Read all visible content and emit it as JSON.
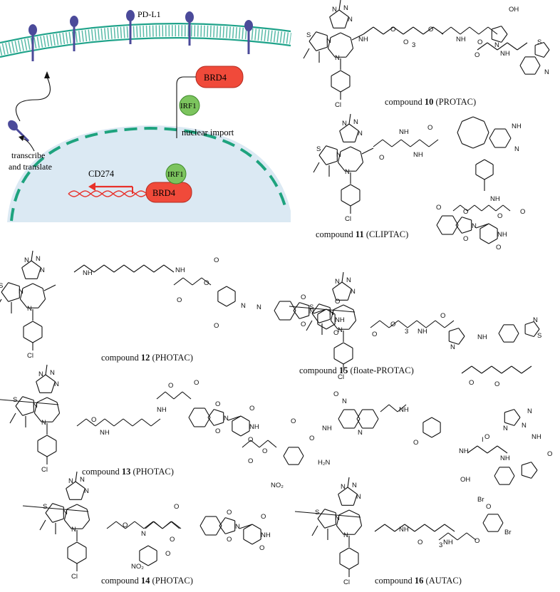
{
  "colors": {
    "membrane": "#1fa38a",
    "receptor": "#4b4a9a",
    "nucleus_fill": "#dbe9f3",
    "nucleus_border": "#1ea37e",
    "brd4_fill": "#f04a3a",
    "irf1_fill": "#7cc45e",
    "dna": "#e8312a"
  },
  "schematic": {
    "pdl1_label": "PD-L1",
    "brd4_label": "BRD4",
    "irf1_label": "IRF1",
    "nuclear_import_label": "nuclear import",
    "transcribe_line1": "transcribe",
    "transcribe_line2": "and translate",
    "cd274_label": "CD274",
    "brd4_bound_label": "BRD4",
    "irf1_bound_label": "IRF1"
  },
  "compounds": [
    {
      "prefix": "compound ",
      "number": "10",
      "suffix": " (PROTAC)"
    },
    {
      "prefix": "compound ",
      "number": "11",
      "suffix": " (CLIPTAC)"
    },
    {
      "prefix": "compound ",
      "number": "12",
      "suffix": " (PHOTAC)"
    },
    {
      "prefix": "compound ",
      "number": "15",
      "suffix": " (floate-PROTAC)"
    },
    {
      "prefix": "compound ",
      "number": "13",
      "suffix": " (PHOTAC)"
    },
    {
      "prefix": "compound ",
      "number": "14",
      "suffix": " (PHOTAC)"
    },
    {
      "prefix": "compound ",
      "number": "16",
      "suffix": " (AUTAC)"
    }
  ],
  "atoms": {
    "N": "N",
    "O": "O",
    "S": "S",
    "H": "H",
    "Cl": "Cl",
    "Br": "Br",
    "I": "I",
    "NH": "NH",
    "HN": "HN",
    "OH": "OH",
    "H2N": "H₂N",
    "NO2": "NO₂",
    "n3": "3"
  }
}
